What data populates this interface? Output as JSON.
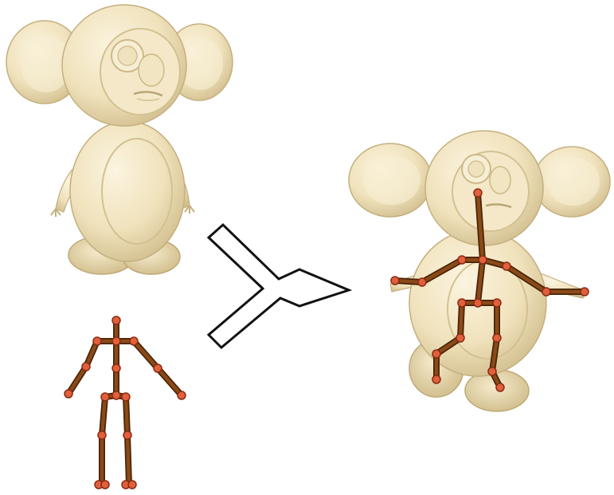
{
  "figure": {
    "description_visible_text": "",
    "colors": {
      "background": "#ffffff",
      "character_skin": "#f3e7c6",
      "character_shade": "#d9c79b",
      "character_outline": "#b9a676",
      "bone": "#7a3f12",
      "bone_edge": "#4a2408",
      "joint": "#e0603c",
      "joint_edge": "#8a2a12",
      "arrow_fill": "#ffffff",
      "arrow_stroke": "#111111"
    },
    "panels": [
      {
        "name": "character-model-unrigged",
        "icon": "cartoon-character"
      },
      {
        "name": "skeleton-rig",
        "icon": "stick-skeleton"
      },
      {
        "name": "transform-arrow",
        "icon": "right-arrow"
      },
      {
        "name": "character-model-rigged-posed",
        "icon": "cartoon-character-with-skeleton"
      }
    ]
  }
}
